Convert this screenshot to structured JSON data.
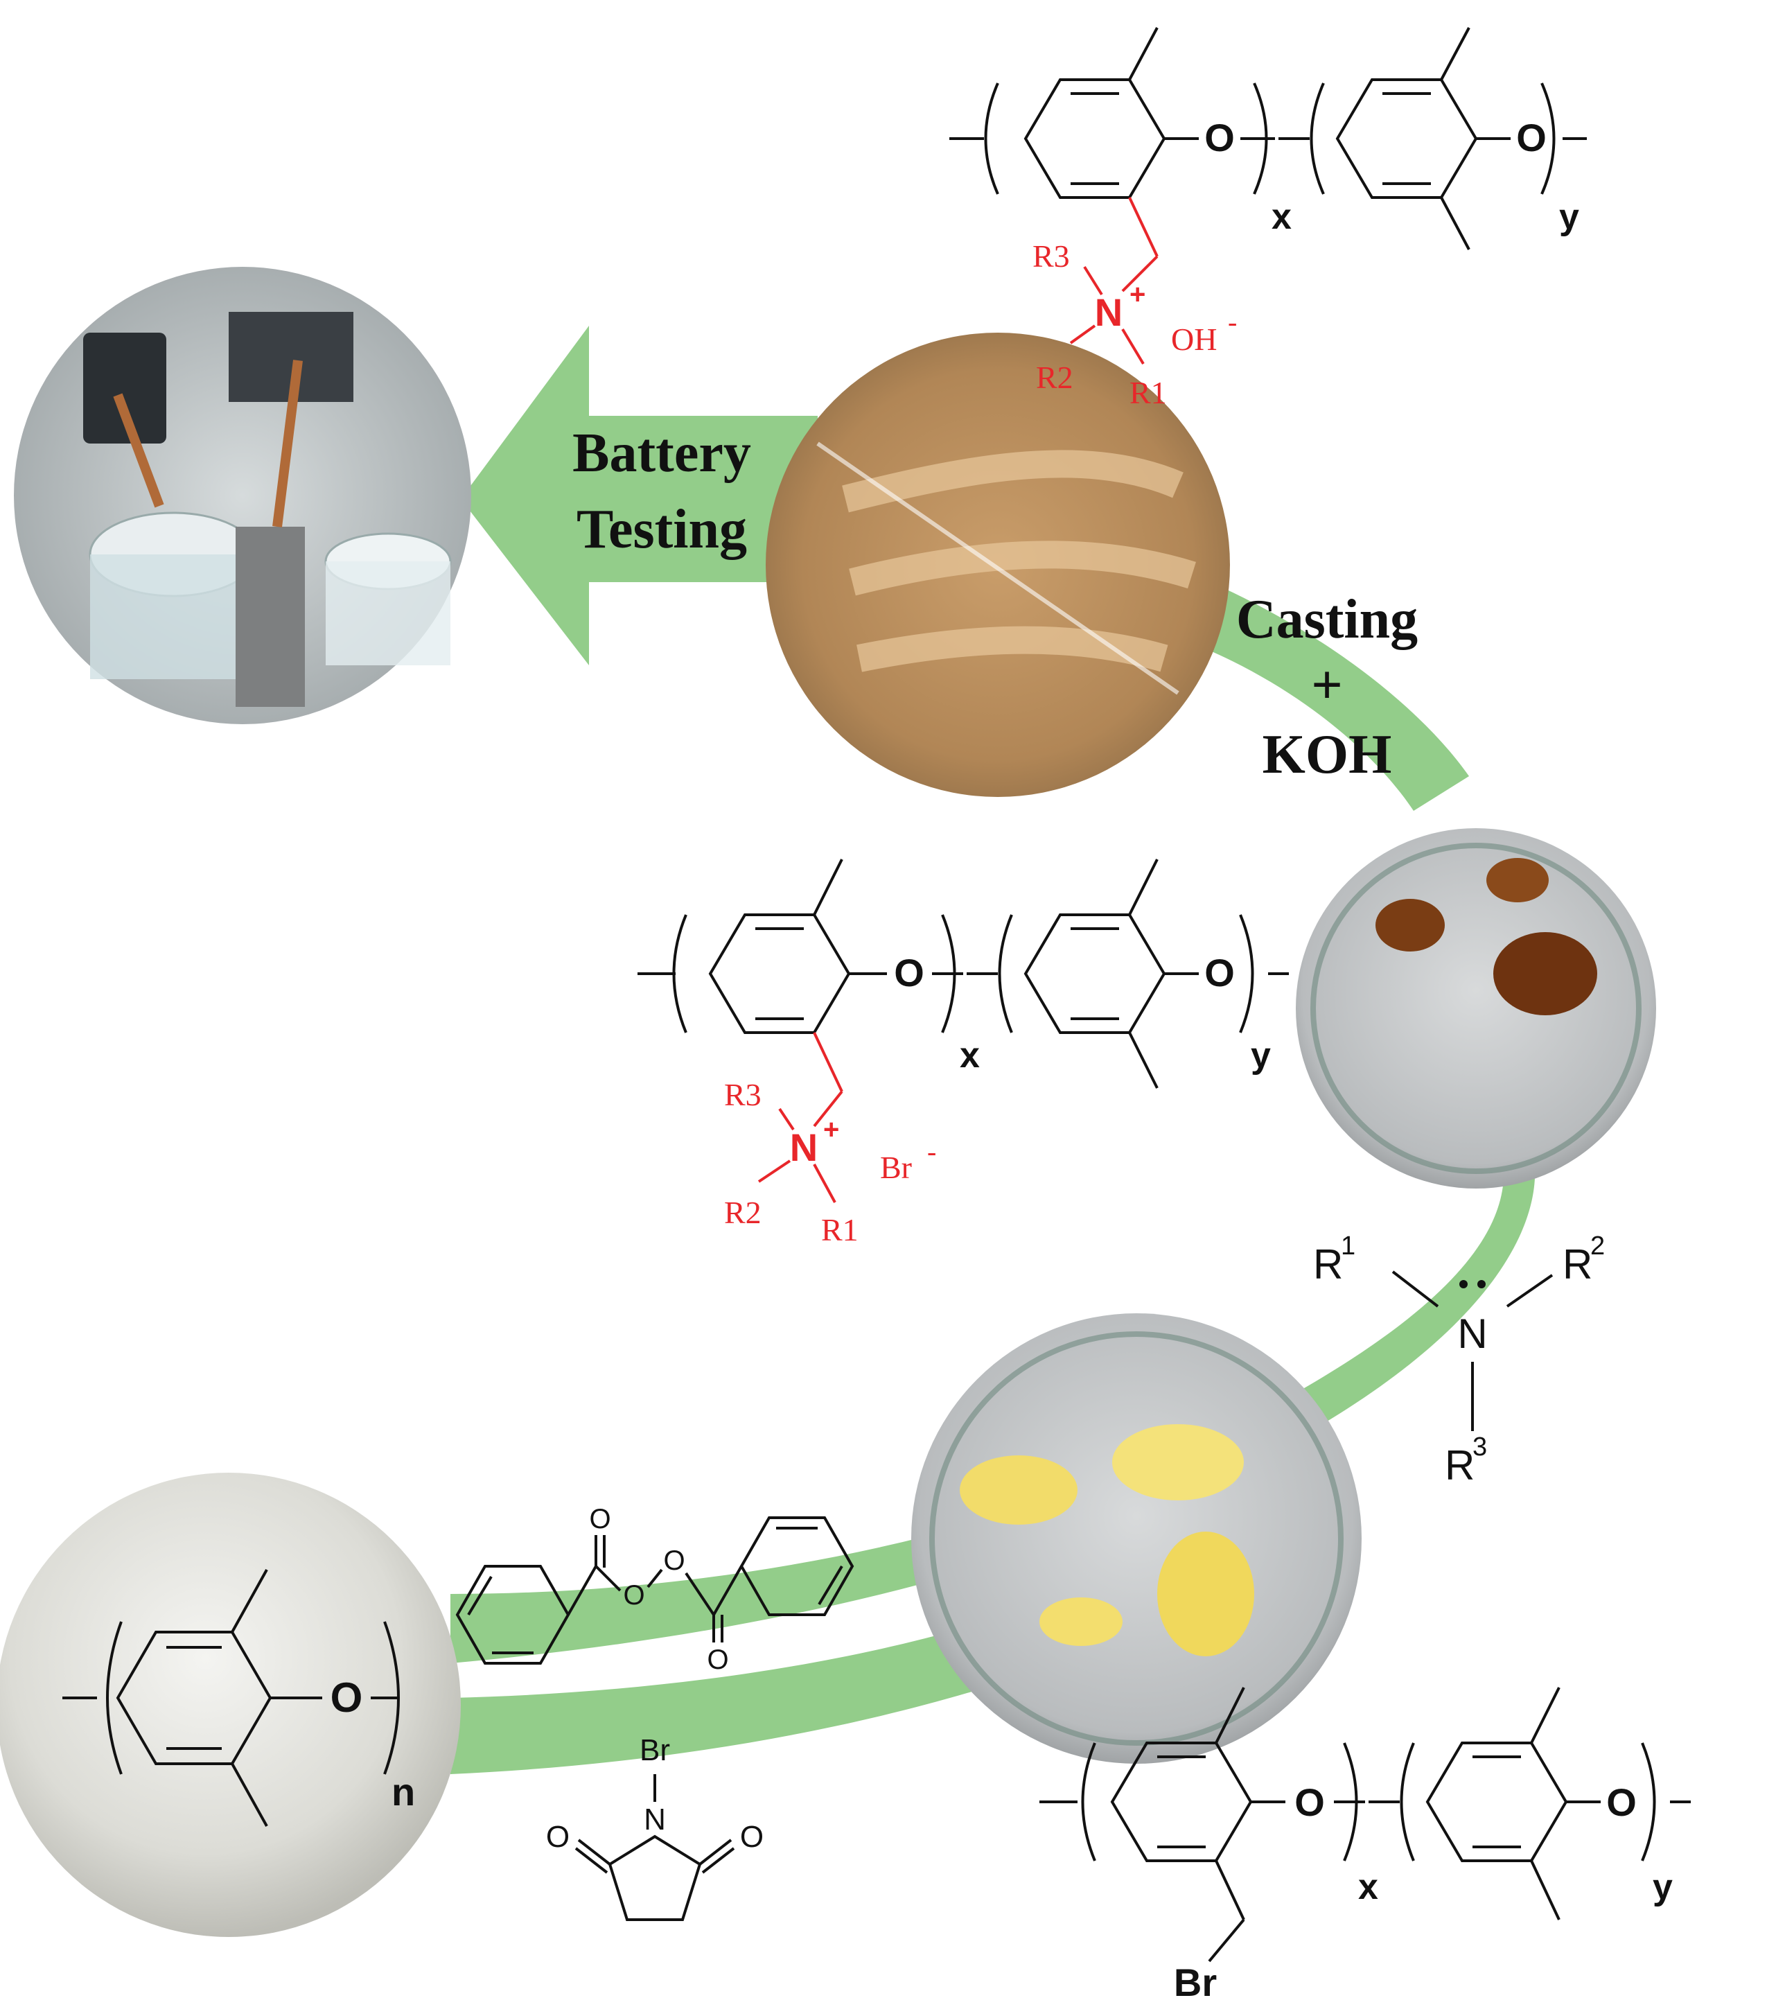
{
  "labels": {
    "battery_line1": "Battery",
    "battery_line2": "Testing",
    "casting_line1": "Casting",
    "casting_line2": "+",
    "casting_line3": "KOH"
  },
  "struct_top": {
    "o1": "O",
    "o2": "O",
    "x": "x",
    "y": "y",
    "r3": "R3",
    "n": "N",
    "plus": "+",
    "r2": "R2",
    "r1": "R1",
    "oh": "OH",
    "oh_charge": "-"
  },
  "struct_mid": {
    "o1": "O",
    "o2": "O",
    "x": "x",
    "y": "y",
    "r3": "R3",
    "n": "N",
    "plus": "+",
    "r2": "R2",
    "r1": "R1",
    "br": "Br",
    "br_charge": "-"
  },
  "amine": {
    "r1": "R",
    "r1_sup": "1",
    "r2": "R",
    "r2_sup": "2",
    "r3": "R",
    "r3_sup": "3",
    "n": "N"
  },
  "ppo": {
    "o": "O",
    "n": "n"
  },
  "bpo": {
    "o1": "O",
    "o2": "O",
    "o3": "O",
    "o4": "O"
  },
  "nbs": {
    "br": "Br",
    "n": "N",
    "o1": "O",
    "o2": "O"
  },
  "struct_bottom": {
    "o1": "O",
    "o2": "O",
    "x": "x",
    "y": "y",
    "br": "Br"
  },
  "colors": {
    "arrow_green": "#93cd8a",
    "ammonium_red": "#e8262a",
    "bond_black": "#111111"
  }
}
